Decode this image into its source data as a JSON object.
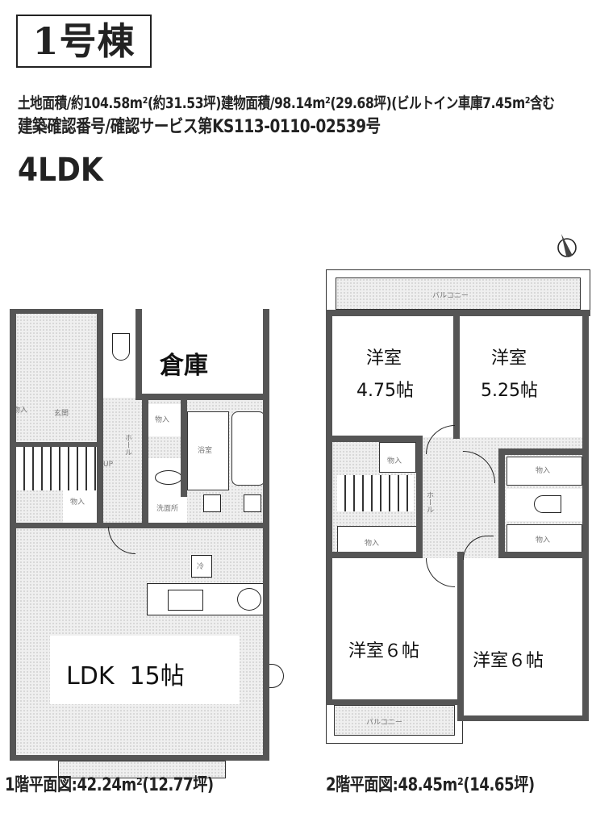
{
  "header": {
    "building_label": "1号棟",
    "spec_line_1": "土地面積/約104.58m²(約31.53坪)建物面積/98.14m²(29.68坪)(ビルトイン車庫7.45m²含む",
    "spec_line_2": "建築確認番号/確認サービス第KS113-0110-02539号",
    "layout_type": "4LDK"
  },
  "compass": {
    "icon": "north-arrow-icon"
  },
  "floor1": {
    "caption": "1階平面図:42.24m²(12.77坪)",
    "rooms": {
      "storage_warehouse": "倉庫",
      "ldk": "LDK  15帖",
      "entrance": "玄関",
      "bath": "浴室",
      "washroom": "洗面所",
      "closet_1": "物入",
      "closet_2": "物入",
      "closet_3": "物入",
      "hall": "ホール",
      "stairs_up": "UP",
      "fridge": "冷"
    }
  },
  "floor2": {
    "caption": "2階平面図:48.45m²(14.65坪)",
    "rooms": {
      "balcony_top": "バルコニー",
      "balcony_bottom": "バルコニー",
      "western_room_1_name": "洋室",
      "western_room_1_size": "4.75帖",
      "western_room_2_name": "洋室",
      "western_room_2_size": "5.25帖",
      "western_room_3": "洋室６帖",
      "western_room_4": "洋室６帖",
      "closet_1": "物入",
      "closet_2": "物入",
      "closet_3": "物入",
      "closet_4": "物入",
      "hall": "ホール"
    }
  }
}
